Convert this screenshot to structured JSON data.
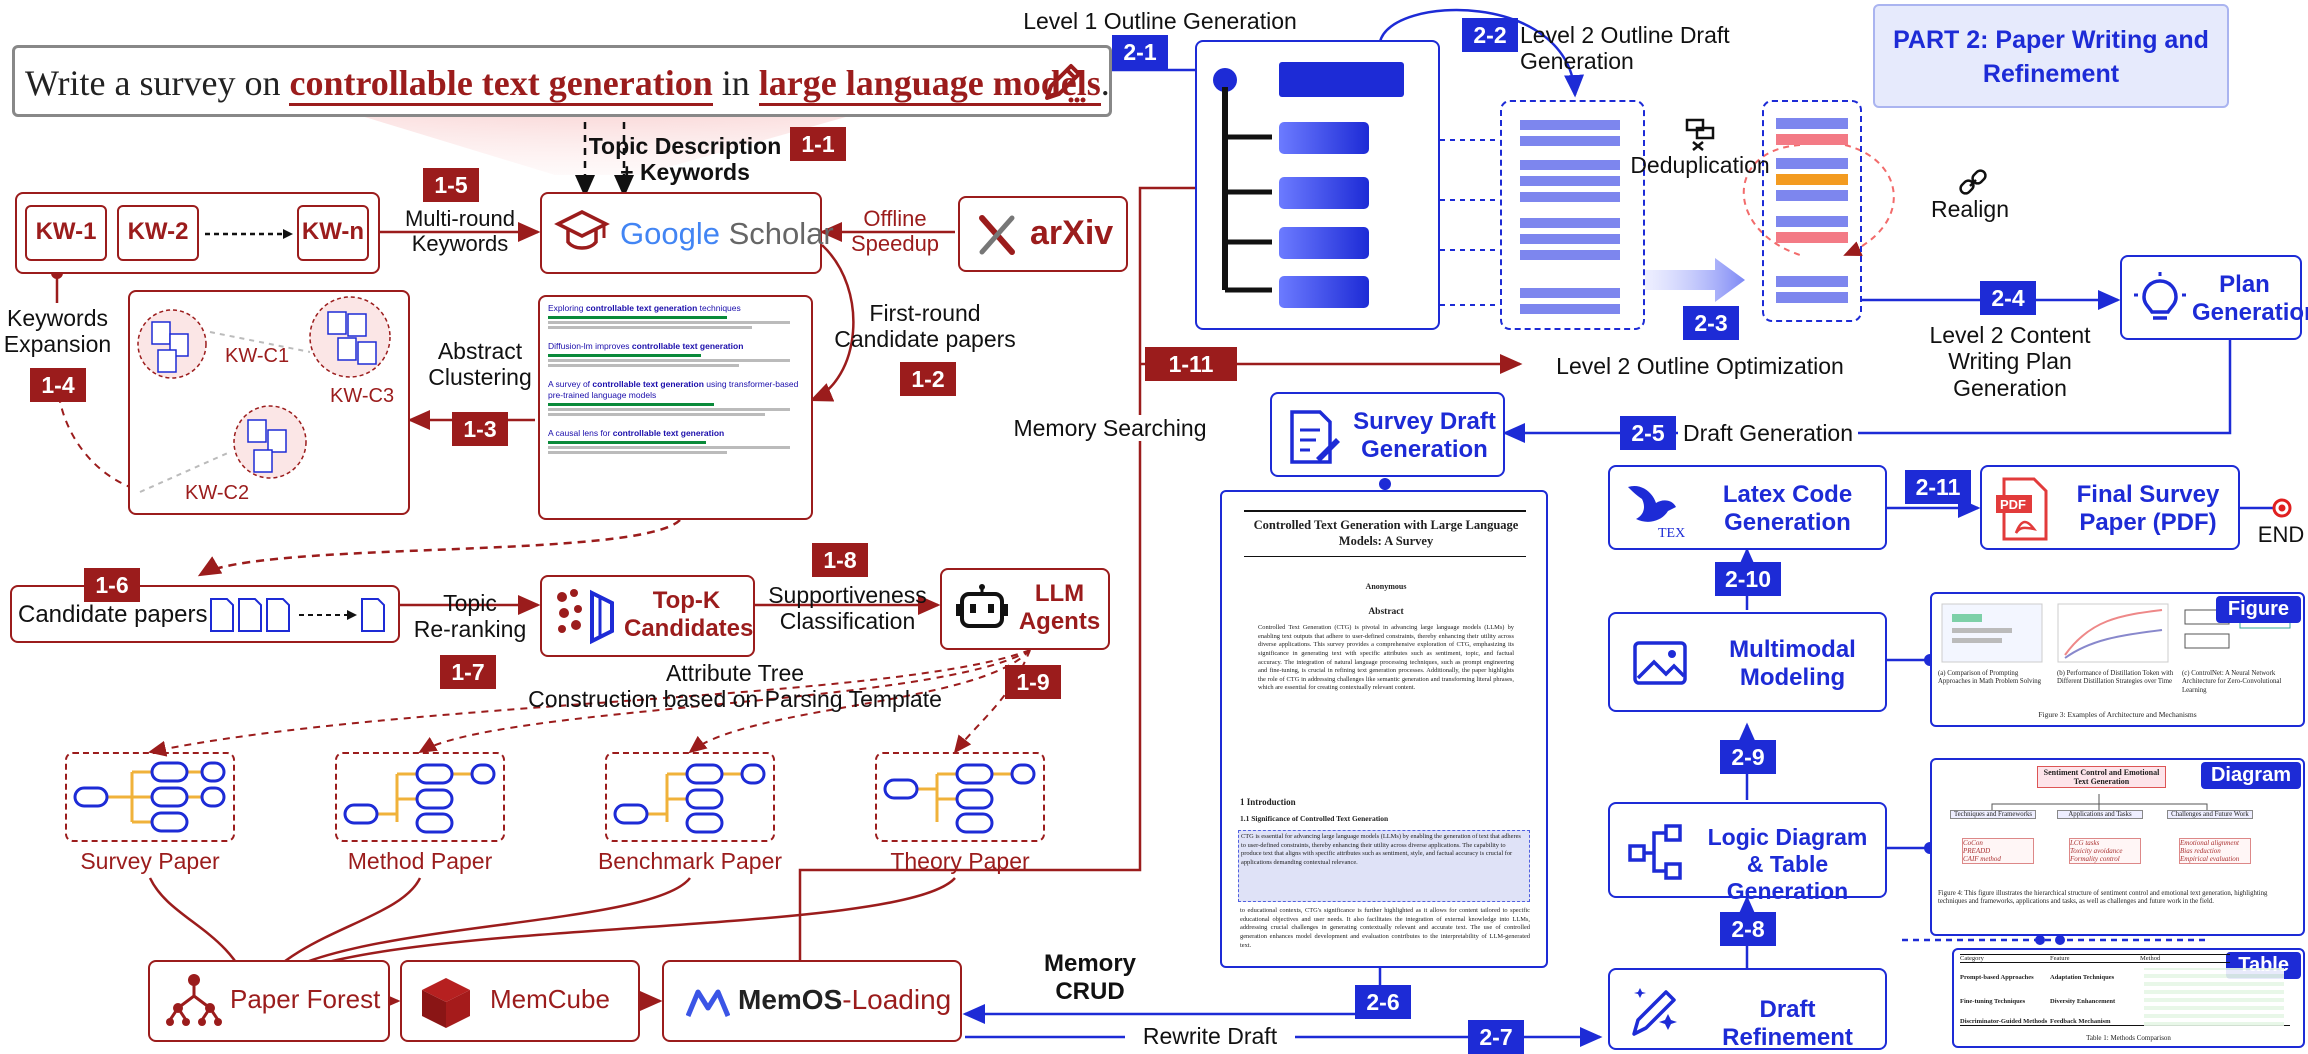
{
  "prompt": {
    "before": "Write a survey on ",
    "topic1": "controllable text generation",
    "middle": " in ",
    "topic2": "large language models",
    "end": "."
  },
  "part_title": "PART 2: Paper Writing and Refinement",
  "tags": {
    "t1_1": "1-1",
    "t1_2": "1-2",
    "t1_3": "1-3",
    "t1_4": "1-4",
    "t1_5": "1-5",
    "t1_6": "1-6",
    "t1_7": "1-7",
    "t1_8": "1-8",
    "t1_9": "1-9",
    "t1_11": "1-11",
    "t2_1": "2-1",
    "t2_2": "2-2",
    "t2_3": "2-3",
    "t2_4": "2-4",
    "t2_5": "2-5",
    "t2_6": "2-6",
    "t2_7": "2-7",
    "t2_8": "2-8",
    "t2_9": "2-9",
    "t2_10": "2-10",
    "t2_11": "2-11"
  },
  "labels": {
    "topic_desc_1": "Topic Description",
    "topic_desc_2": "+ Keywords",
    "multi_round_1": "Multi-round",
    "multi_round_2": "Keywords",
    "offline_1": "Offline",
    "offline_2": "Speedup",
    "first_round_1": "First-round",
    "first_round_2": "Candidate papers",
    "abstract_1": "Abstract",
    "abstract_2": "Clustering",
    "kw_exp_1": "Keywords",
    "kw_exp_2": "Expansion",
    "candidate_papers": "Candidate papers",
    "topic_rerank_1": "Topic",
    "topic_rerank_2": "Re-ranking",
    "support_1": "Supportiveness",
    "support_2": "Classification",
    "attr_tree_1": "Attribute Tree",
    "attr_tree_2": "Construction based on Parsing Template",
    "memory_search": "Memory Searching",
    "memory_crud_1": "Memory",
    "memory_crud_2": "CRUD",
    "rewrite_draft": "Rewrite Draft",
    "level1": "Level 1 Outline Generation",
    "level2_draft": "Level 2 Outline Draft Generation",
    "dedup": "Deduplication",
    "realign": "Realign",
    "level2_opt": "Level 2 Outline Optimization",
    "level2_plan_1": "Level 2 Content",
    "level2_plan_2": "Writing Plan Generation",
    "draft_generation": "Draft Generation",
    "end": "END"
  },
  "keywords": [
    "KW-1",
    "KW-2",
    "KW-n"
  ],
  "clusters": [
    "KW-C1",
    "KW-C2",
    "KW-C3"
  ],
  "sources": {
    "google": "Google Scholar",
    "google_g": "Google",
    "google_s": " Scholar",
    "arxiv": "arXiv"
  },
  "nodes": {
    "topk_1": "Top-K",
    "topk_2": "Candidates",
    "llm_1": "LLM",
    "llm_2": "Agents",
    "paper_forest": "Paper Forest",
    "memcube": "MemCube",
    "memos": "MemOS",
    "memos_loading": "-Loading",
    "plan_1": "Plan",
    "plan_2": "Generation",
    "survey_draft_1": "Survey Draft",
    "survey_draft_2": "Generation",
    "latex_1": "Latex Code",
    "latex_2": "Generation",
    "final_1": "Final Survey",
    "final_2": "Paper (PDF)",
    "multimodal_1": "Multimodal",
    "multimodal_2": "Modeling",
    "logic_1": "Logic Diagram",
    "logic_2": "& Table Generation",
    "refine": "Draft Refinement"
  },
  "paper_types": [
    "Survey Paper",
    "Method Paper",
    "Benchmark Paper",
    "Theory Paper"
  ],
  "thumb_tags": {
    "figure": "Figure",
    "diagram": "Diagram",
    "table": "Table"
  },
  "scholar_results": [
    {
      "title_a": "Exploring ",
      "title_b": "controllable text generation",
      "title_c": " techniques"
    },
    {
      "title_a": "Diffusion-lm improves ",
      "title_b": "controllable text generation",
      "title_c": ""
    },
    {
      "title_a": "A survey of ",
      "title_b": "controllable text generation",
      "title_c": " using transformer-based pre-trained language models"
    },
    {
      "title_a": "A causal lens for ",
      "title_b": "controllable text generation",
      "title_c": ""
    }
  ],
  "draft_doc": {
    "title": "Controlled Text Generation with Large Language Models: A Survey",
    "author": "Anonymous",
    "abstract_head": "Abstract",
    "abstract": "Controlled Text Generation (CTG) is pivotal in advancing large language models (LLMs) by enabling text outputs that adhere to user-defined constraints, thereby enhancing their utility across diverse applications. This survey provides a comprehensive exploration of CTG, emphasizing its significance in generating text with specific attributes such as sentiment, topic, and factual accuracy. The integration of natural language processing techniques, such as prompt engineering and fine-tuning, is crucial in refining text generation processes. Additionally, the paper highlights the role of CTG in addressing challenges like semantic generation and transforming literal phrases, which are essential for creating contextually relevant content.",
    "sec1": "1   Introduction",
    "sec11": "1.1   Significance of Controlled Text Generation",
    "body1": "CTG is essential for advancing large language models (LLMs) by enabling the generation of text that adheres to user-defined constraints, thereby enhancing their utility across diverse applications. The capability to produce text that aligns with specific attributes such as sentiment, style, and factual accuracy is crucial for applications demanding contextual relevance.",
    "body2": "to educational contexts, CTG's significance is further highlighted as it allows for content tailored to specific educational objectives and user needs. It also facilitates the integration of external knowledge into LLMs, addressing crucial challenges in generating contextually relevant and accurate text. The use of controlled generation enhances model development and evaluation contributes to the interpretability of LLM-generated text."
  },
  "figure_thumb": {
    "captions": [
      "(a) Comparison of Prompting Approaches in Math Problem Solving",
      "(b) Performance of Distillation Token with Different Distillation Strategies over Time",
      "(c) ControlNet: A Neural Network Architecture for Zero-Convolutional Learning"
    ],
    "caption": "Figure 3: Examples of Architecture and Mechanisms"
  },
  "diagram_thumb": {
    "root": "Sentiment Control and Emotional Text Generation",
    "branches": [
      "Techniques and Frameworks",
      "Applications and Tasks",
      "Challenges and Future Work"
    ],
    "leaves": [
      [
        "CoCon",
        "PREADD",
        "CAIF method"
      ],
      [
        "LCG tasks",
        "Toxicity avoidance",
        "Formality control"
      ],
      [
        "Emotional alignment",
        "Bias reduction",
        "Empirical evaluation"
      ]
    ],
    "caption": "Figure 4: This figure illustrates the hierarchical structure of sentiment control and emotional text generation, highlighting techniques and frameworks, applications and tasks, as well as challenges and future work in the field."
  },
  "table_thumb": {
    "headers": [
      "Category",
      "Feature",
      "Method"
    ],
    "rows": [
      [
        "Prompt-based Approaches",
        "Adaptation Techniques"
      ],
      [
        "Fine-tuning Techniques",
        "Diversity Enhancement"
      ],
      [
        "Discriminator-Guided Methods",
        "Feedback Mechanism"
      ]
    ],
    "caption": "Table 1: Methods Comparison"
  }
}
